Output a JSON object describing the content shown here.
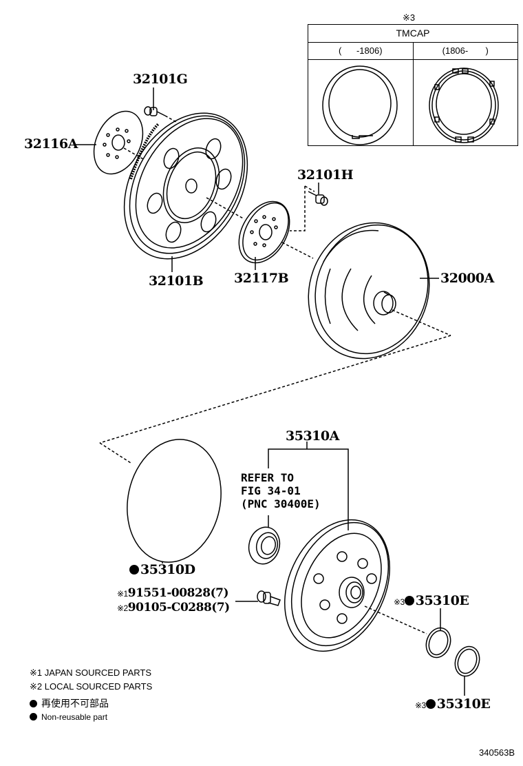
{
  "inset": {
    "note": "※3",
    "title": "TMCAP",
    "columns": [
      {
        "label": "(      -1806)",
        "part": "ring-with-notch"
      },
      {
        "label": "(1806-       )",
        "part": "ring-with-tabs"
      }
    ]
  },
  "parts": {
    "p32101G": "32101G",
    "p32116A": "32116A",
    "p32101B": "32101B",
    "p32101H": "32101H",
    "p32117B": "32117B",
    "p32000A": "32000A",
    "p35310A": "35310A",
    "p35310D": "35310D",
    "p35310E_1": "35310E",
    "p35310E_2": "35310E",
    "bolt_japan": "91551-00828(7)",
    "bolt_local": "90105-C0288(7)"
  },
  "markers": {
    "japan_mark": "※1",
    "local_mark": "※2",
    "tmcap_mark": "※3"
  },
  "reference": {
    "text": "REFER TO\nFIG 34-01\n(PNC 30400E)"
  },
  "legend": {
    "line1": "※1 JAPAN SOURCED PARTS",
    "line2": "※2 LOCAL SOURCED PARTS",
    "line3": "再使用不可部品",
    "line4": "Non-reusable part"
  },
  "figure_id": "340563B"
}
